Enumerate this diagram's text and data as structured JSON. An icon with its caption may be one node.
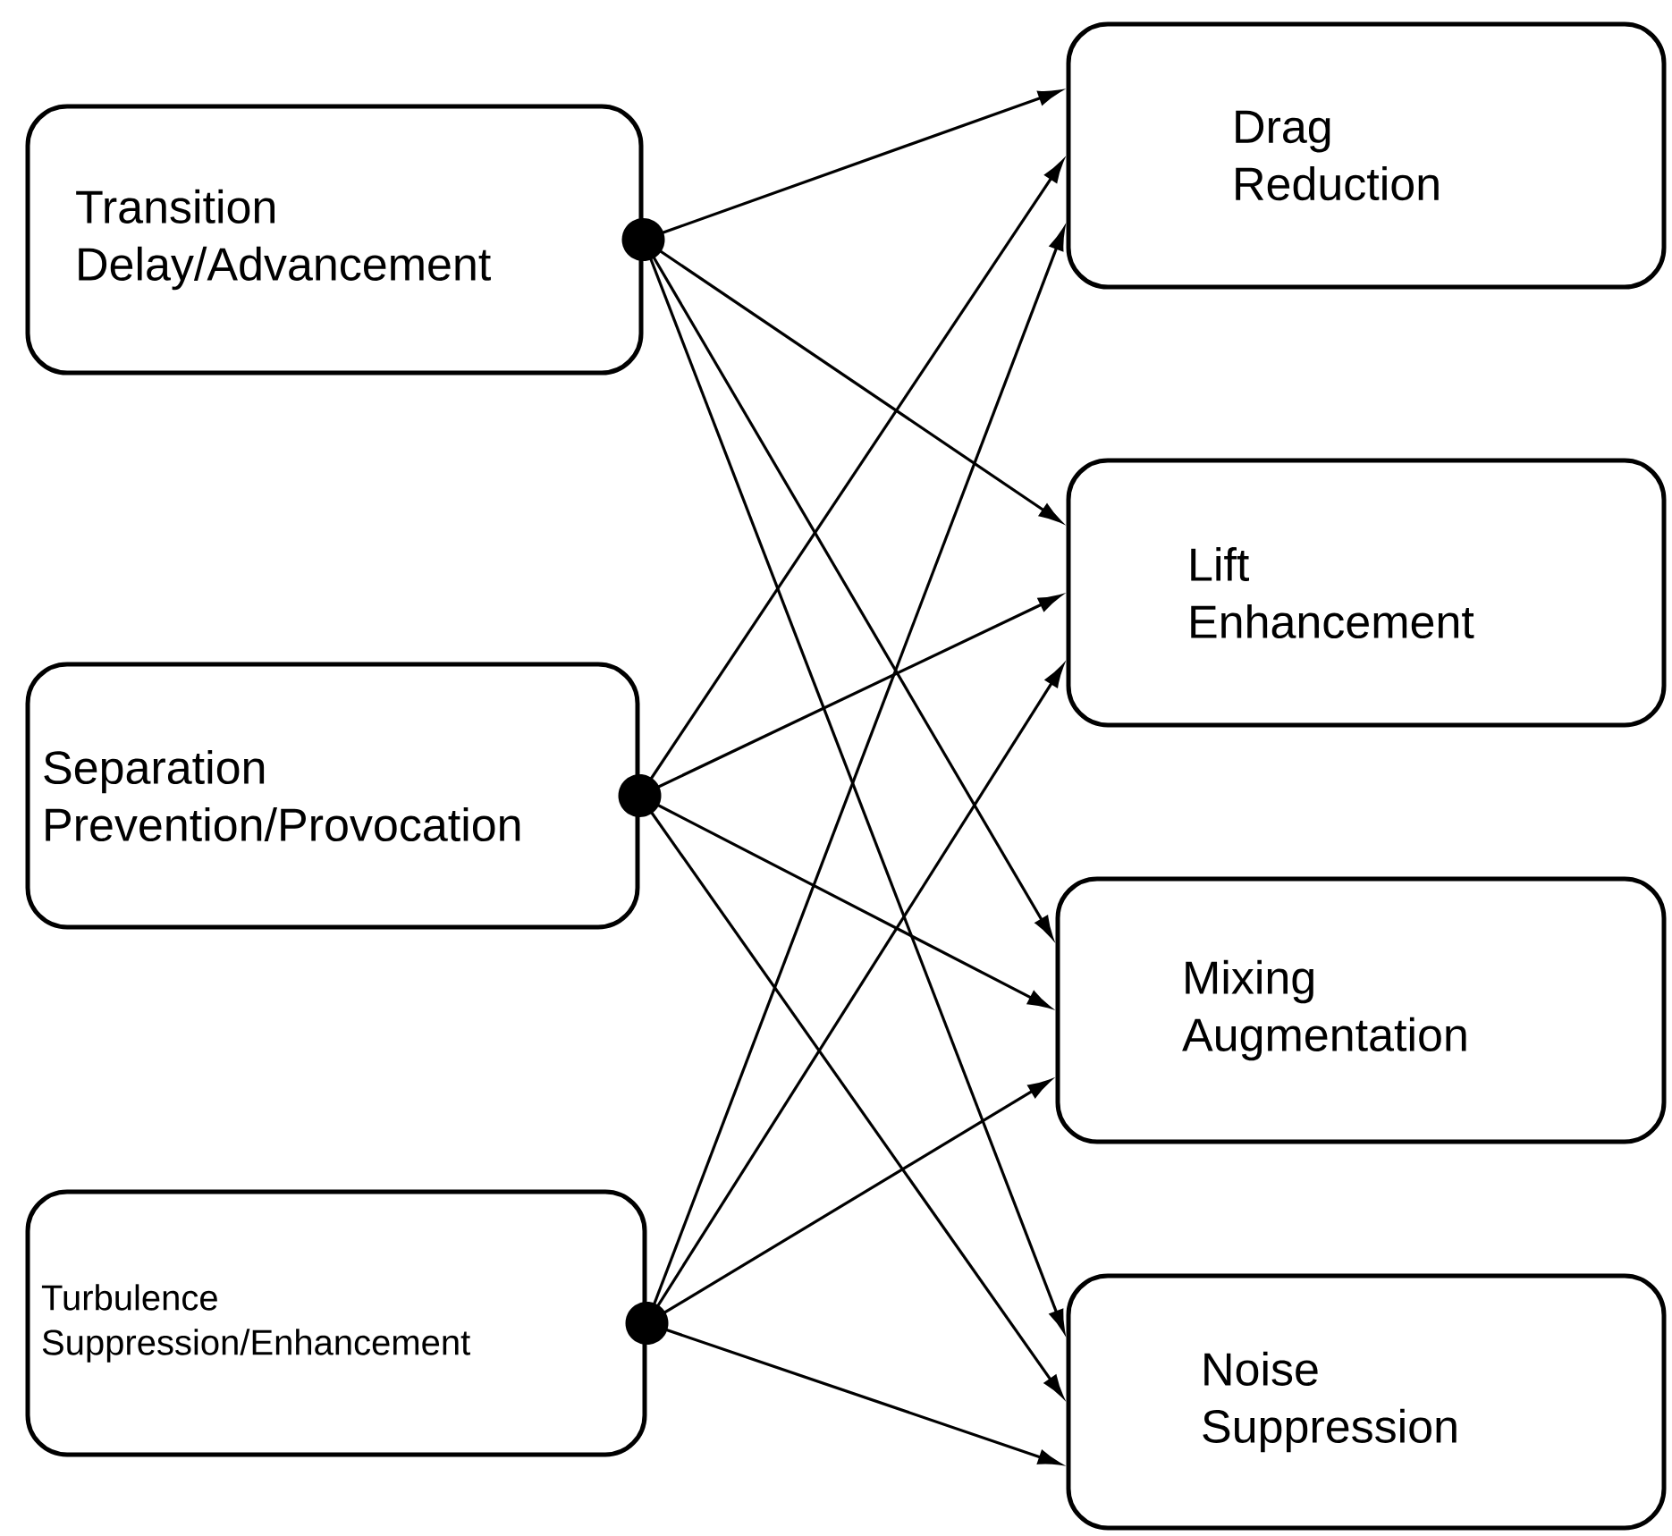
{
  "diagram": {
    "nodes": [
      {
        "text": [
          "Transition Delay/Advancement"
        ]
      },
      {
        "text": [
          "Separation Prevention/Provocation"
        ]
      },
      {
        "text": [
          "Turbulence Suppression/Enhancement"
        ]
      },
      {
        "text": [
          "Drag Reduction"
        ]
      },
      {
        "text": [
          "Lift Enhancement"
        ]
      },
      {
        "text": [
          "Mixing Augmentation"
        ]
      },
      {
        "text": [
          "Noise Suppression"
        ]
      }
    ],
    "edges": [
      {
        "from": 0,
        "to": 3,
        "arrow": "to"
      },
      {
        "from": 0,
        "to": 4,
        "arrow": "to"
      },
      {
        "from": 0,
        "to": 5,
        "arrow": "to"
      },
      {
        "from": 0,
        "to": 6,
        "arrow": "to"
      },
      {
        "from": 1,
        "to": 3,
        "arrow": "to"
      },
      {
        "from": 1,
        "to": 4,
        "arrow": "to"
      },
      {
        "from": 1,
        "to": 5,
        "arrow": "to"
      },
      {
        "from": 1,
        "to": 6,
        "arrow": "to"
      },
      {
        "from": 2,
        "to": 3,
        "arrow": "to"
      },
      {
        "from": 2,
        "to": 4,
        "arrow": "to"
      },
      {
        "from": 2,
        "to": 5,
        "arrow": "to"
      },
      {
        "from": 2,
        "to": 6,
        "arrow": "to"
      }
    ]
  }
}
